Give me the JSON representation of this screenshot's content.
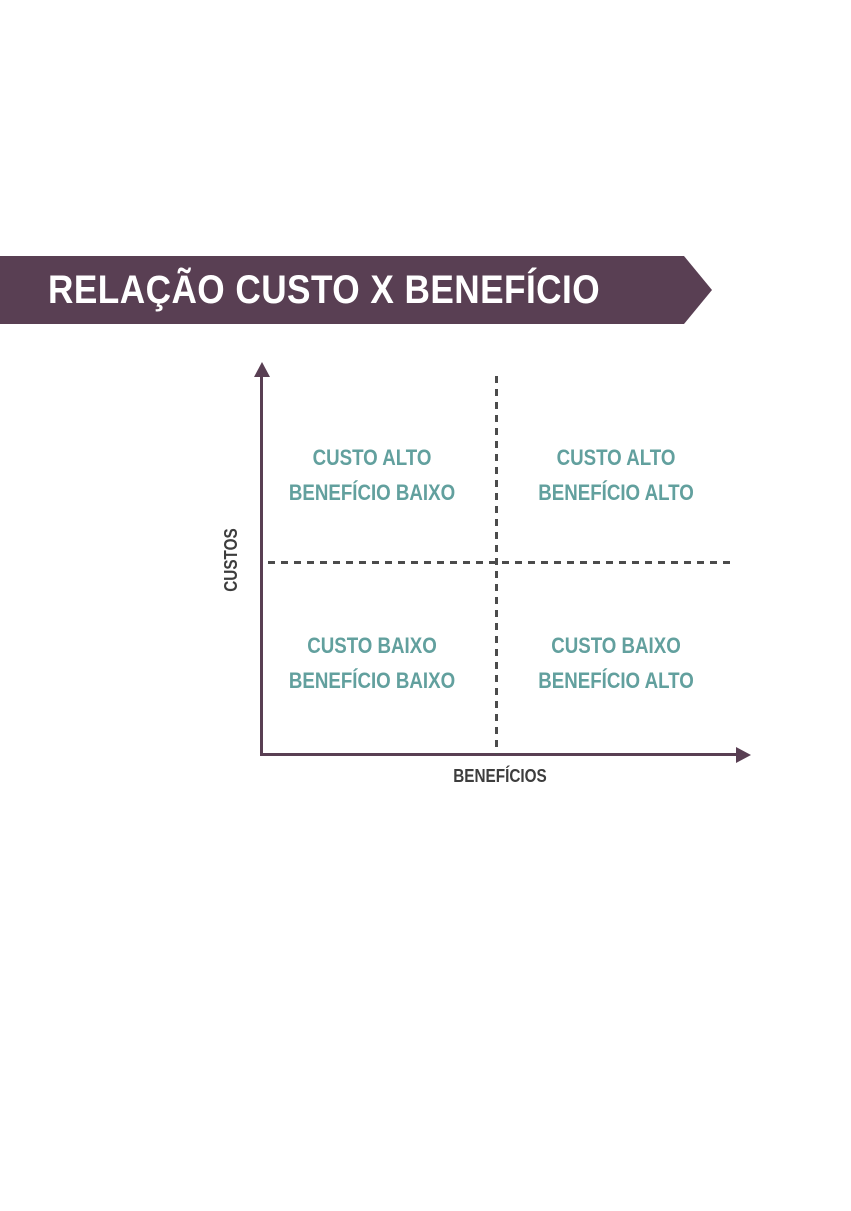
{
  "banner": {
    "title": "RELAÇÃO CUSTO X BENEFÍCIO"
  },
  "chart": {
    "type": "quadrant-matrix",
    "y_axis_label": "CUSTOS",
    "x_axis_label": "BENEFÍCIOS",
    "quadrants": [
      {
        "position": "top-left",
        "line1": "CUSTO ALTO",
        "line2": "BENEFÍCIO BAIXO"
      },
      {
        "position": "top-right",
        "line1": "CUSTO ALTO",
        "line2": "BENEFÍCIO ALTO"
      },
      {
        "position": "bottom-left",
        "line1": "CUSTO BAIXO",
        "line2": "BENEFÍCIO BAIXO"
      },
      {
        "position": "bottom-right",
        "line1": "CUSTO BAIXO",
        "line2": "BENEFÍCIO ALTO"
      }
    ]
  },
  "colors": {
    "banner_background": "#593f53",
    "axis_line": "#593f53",
    "dashed_divider": "#4c4c4c",
    "quadrant_text": "#62a09e",
    "axis_label_text": "#3d3d3d",
    "title_text": "#ffffff",
    "page_background": "#ffffff"
  }
}
